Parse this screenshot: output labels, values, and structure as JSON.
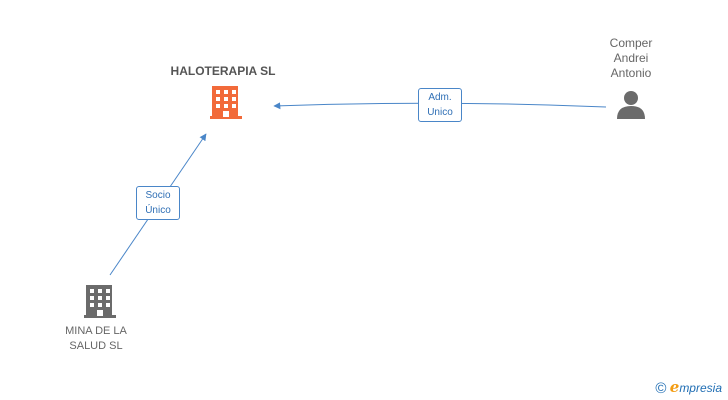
{
  "nodes": {
    "main_company": {
      "name": "HALOTERAPIA SL",
      "icon": "building-icon",
      "color": "#f26a3a"
    },
    "person": {
      "name_lines": [
        "Comper",
        "Andrei",
        "Antonio"
      ],
      "icon": "person-icon",
      "color": "#666666"
    },
    "shareholder_company": {
      "name_lines": [
        "MINA DE LA",
        "SALUD SL"
      ],
      "icon": "building-icon",
      "color": "#666666"
    }
  },
  "edges": {
    "admin": {
      "label_lines": [
        "Adm.",
        "Unico"
      ]
    },
    "partner": {
      "label_lines": [
        "Socio",
        "Único"
      ]
    }
  },
  "branding": {
    "copyright_symbol": "©",
    "logo_initial": "e",
    "logo_rest": "mpresia"
  },
  "colors": {
    "edge": "#4a86c8",
    "label_border": "#4a86c8",
    "label_text": "#2f6fb5"
  }
}
